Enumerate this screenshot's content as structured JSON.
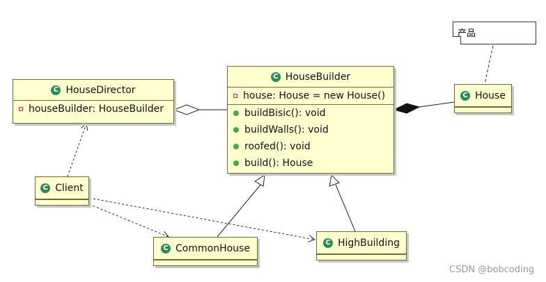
{
  "classes": {
    "house_director": {
      "name": "HouseDirector",
      "attributes": [
        "houseBuilder: HouseBuilder"
      ]
    },
    "house_builder": {
      "name": "HouseBuilder",
      "attributes": [
        "house: House = new House()"
      ],
      "operations": [
        "buildBisic(): void",
        "buildWalls(): void",
        "roofed(): void",
        "build(): House"
      ]
    },
    "house": {
      "name": "House"
    },
    "client": {
      "name": "Client"
    },
    "common_house": {
      "name": "CommonHouse"
    },
    "high_building": {
      "name": "HighBuilding"
    }
  },
  "note": {
    "text": "产品"
  },
  "icon_letter": "C",
  "relations": [
    {
      "from": "house_director",
      "to": "house_builder",
      "kind": "aggregation"
    },
    {
      "from": "house_builder",
      "to": "house",
      "kind": "composition"
    },
    {
      "from": "client",
      "to": "house_director",
      "kind": "dependency"
    },
    {
      "from": "client",
      "to": "common_house",
      "kind": "dependency"
    },
    {
      "from": "client",
      "to": "high_building",
      "kind": "dependency"
    },
    {
      "from": "common_house",
      "to": "house_builder",
      "kind": "generalization"
    },
    {
      "from": "high_building",
      "to": "house_builder",
      "kind": "generalization"
    }
  ],
  "watermark": "CSDN @bobcoding"
}
